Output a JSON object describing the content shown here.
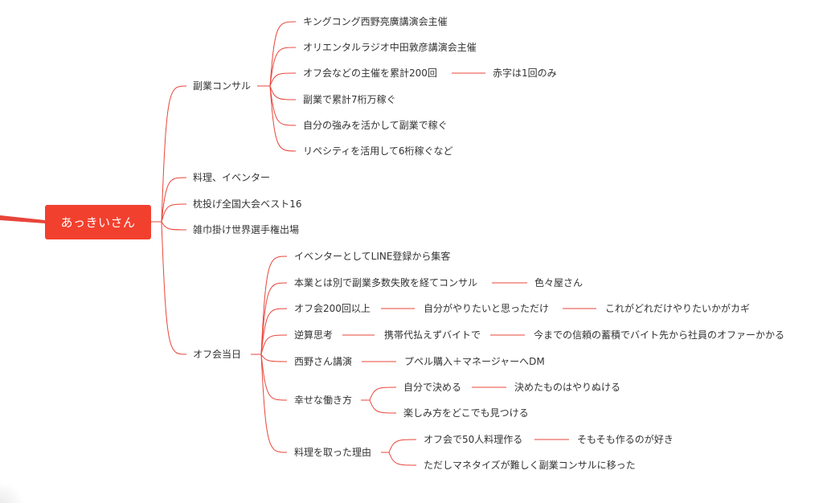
{
  "colors": {
    "accent": "#f2402e",
    "line": "#e8453a",
    "text": "#333333"
  },
  "root": {
    "label": "あっきいさん"
  },
  "branches": [
    {
      "label": "副業コンサル",
      "children": [
        {
          "label": "キングコング西野亮廣講演会主催"
        },
        {
          "label": "オリエンタルラジオ中田敦彦講演会主催"
        },
        {
          "label": "オフ会などの主催を累計200回",
          "children": [
            {
              "label": "赤字は1回のみ"
            }
          ]
        },
        {
          "label": "副業で累計7桁万稼ぐ"
        },
        {
          "label": "自分の強みを活かして副業で稼ぐ"
        },
        {
          "label": "リペシティを活用して6桁稼ぐなど"
        }
      ]
    },
    {
      "label": "料理、イベンター"
    },
    {
      "label": "枕投げ全国大会ベスト16"
    },
    {
      "label": "雑巾掛け世界選手権出場"
    },
    {
      "label": "オフ会当日",
      "children": [
        {
          "label": "イベンターとしてLINE登録から集客"
        },
        {
          "label": "本業とは別で副業多数失敗を経てコンサル",
          "children": [
            {
              "label": "色々屋さん"
            }
          ]
        },
        {
          "label": "オフ会200回以上",
          "children": [
            {
              "label": "自分がやりたいと思っただけ",
              "children": [
                {
                  "label": "これがどれだけやりたいかがカギ"
                }
              ]
            }
          ]
        },
        {
          "label": "逆算思考",
          "children": [
            {
              "label": "携帯代払えずバイトで",
              "children": [
                {
                  "label": "今までの信頼の蓄積でバイト先から社員のオファーかかる"
                }
              ]
            }
          ]
        },
        {
          "label": "西野さん講演",
          "children": [
            {
              "label": "プペル購入＋マネージャーへDM"
            }
          ]
        },
        {
          "label": "幸せな働き方",
          "children": [
            {
              "label": "自分で決める",
              "children": [
                {
                  "label": "決めたものはやりぬける"
                }
              ]
            },
            {
              "label": "楽しみ方をどこでも見つける"
            }
          ]
        },
        {
          "label": "料理を取った理由",
          "children": [
            {
              "label": "オフ会で50人料理作る",
              "children": [
                {
                  "label": "そもそも作るのが好き"
                }
              ]
            },
            {
              "label": "ただしマネタイズが難しく副業コンサルに移った"
            }
          ]
        }
      ]
    }
  ]
}
